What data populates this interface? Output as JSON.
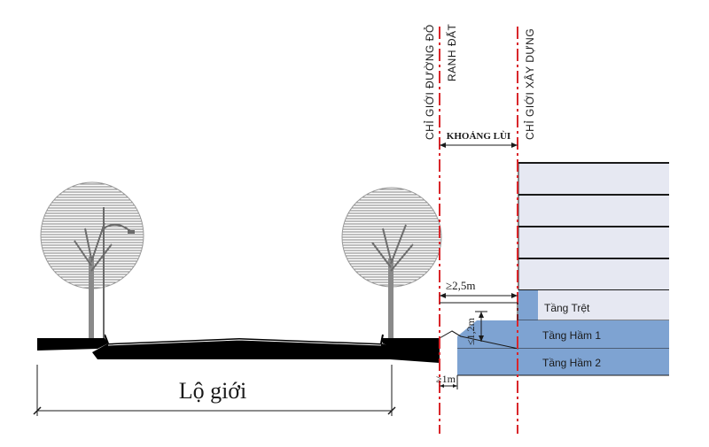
{
  "labels": {
    "road_line": "CHỈ GIỚI ĐƯỜNG ĐỎ",
    "land_boundary": "RANH ĐẤT",
    "building_line": "CHỈ GIỚI XÂY DỰNG",
    "setback": "KHOẢNG LÙI",
    "setback_min": "≥2,5m",
    "height_max": "≤1,2m",
    "basement_offset": "≥1m",
    "road_width": "Lộ giới"
  },
  "floors": {
    "ground": "Tầng Trệt",
    "basement1": "Tầng Hầm 1",
    "basement2": "Tầng Hầm 2"
  },
  "colors": {
    "red_line": "#d9262b",
    "upper_floor": "#e6e8f2",
    "basement": "#7ea3d2",
    "ground_floor_panel": "#7ea3d2",
    "road": "#000000",
    "tree": "#8a8a8a"
  }
}
